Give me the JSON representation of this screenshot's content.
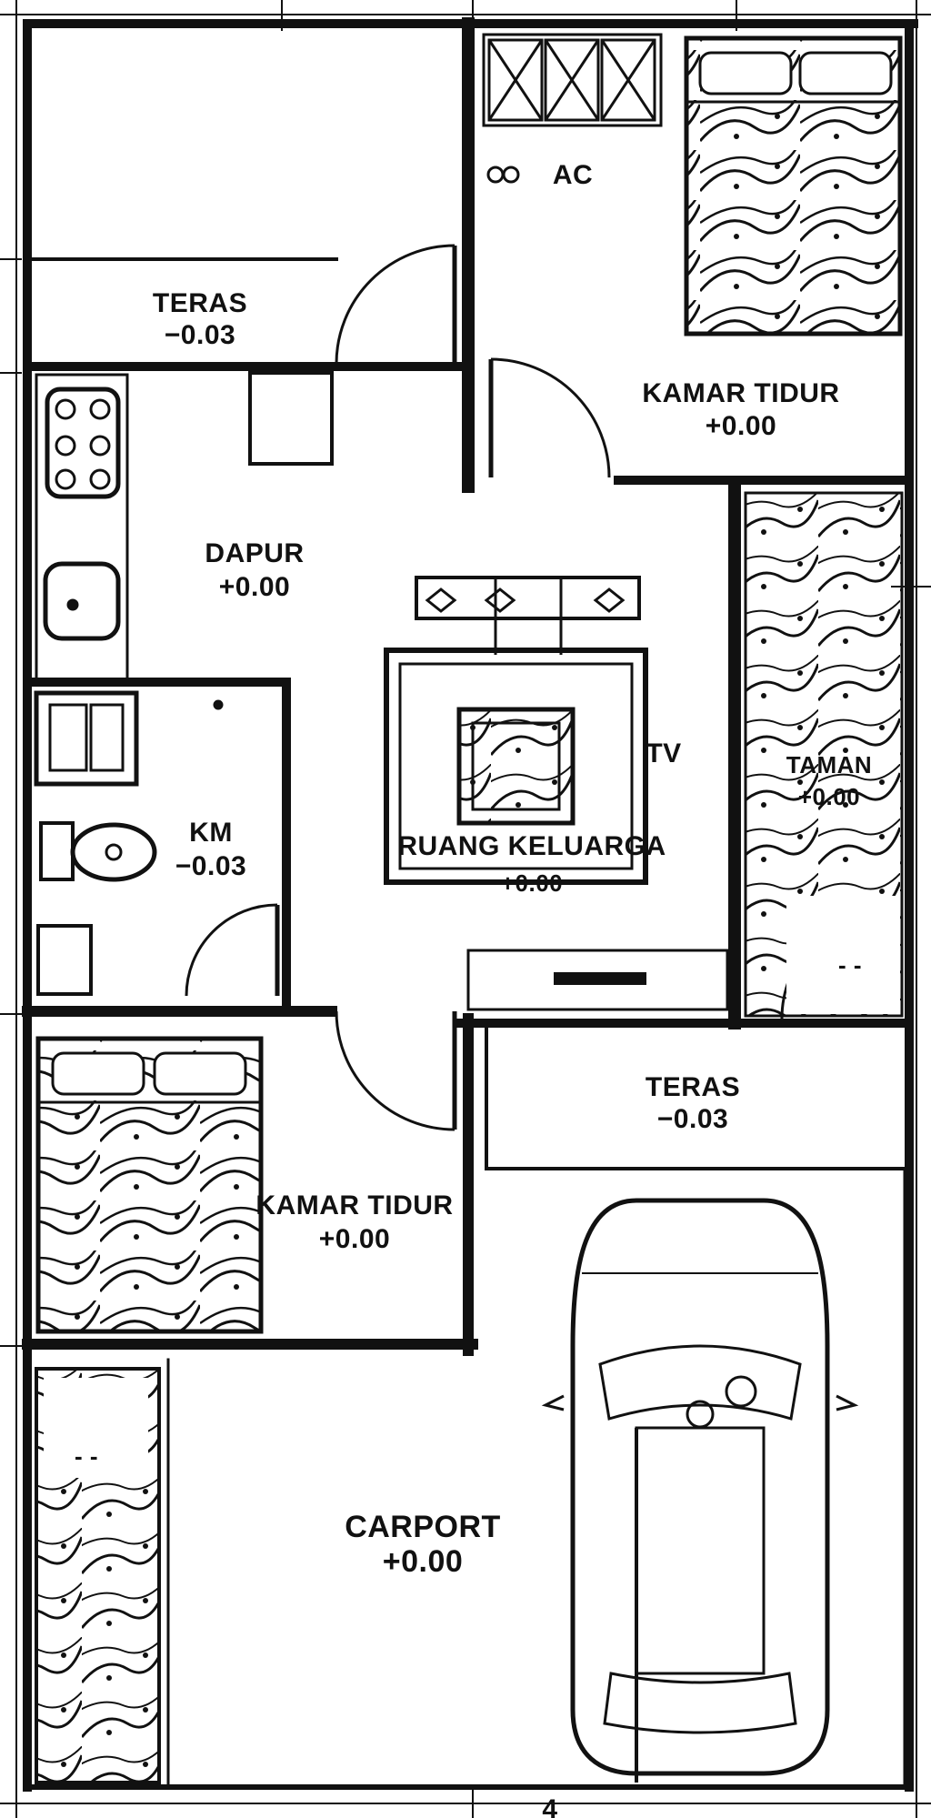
{
  "rooms": {
    "teras_top": {
      "name": "TERAS",
      "level": "−0.03"
    },
    "kamar_tidur_top": {
      "name": "KAMAR  TIDUR",
      "level": "+0.00"
    },
    "dapur": {
      "name": "DAPUR",
      "level": "+0.00"
    },
    "ruang_keluarga": {
      "name": "RUANG  KELUARGA",
      "level": "+0.00"
    },
    "km": {
      "name": "KM",
      "level": "−0.03"
    },
    "taman": {
      "name": "TAMAN",
      "level": "+0.00"
    },
    "teras_bottom": {
      "name": "TERAS",
      "level": "−0.03"
    },
    "kamar_tidur_bottom": {
      "name": "KAMAR  TIDUR",
      "level": "+0.00"
    },
    "carport": {
      "name": "CARPORT",
      "level": "+0.00"
    }
  },
  "annotations": {
    "ac": "AC",
    "tv": "TV",
    "dash_right": "- -",
    "dash_left": "- -",
    "grid_bottom": "4"
  },
  "colors": {
    "line": "#111111",
    "background": "#ffffff"
  }
}
